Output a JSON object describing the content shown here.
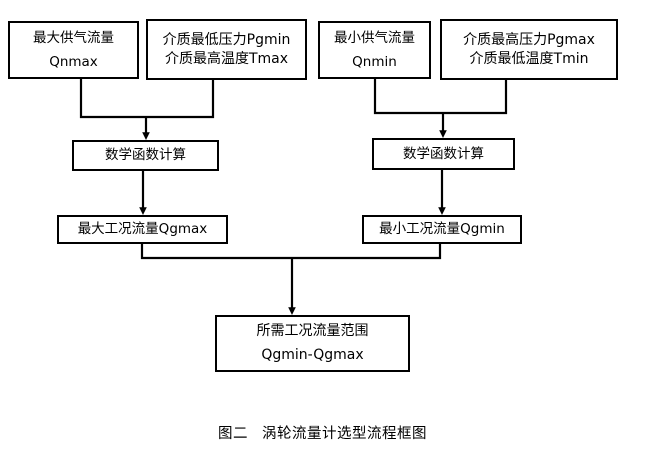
{
  "diagram": {
    "caption_label": "图二",
    "caption_text": "涡轮流量计选型流程框图",
    "stroke_color": "#000000",
    "background_color": "#ffffff",
    "nodes": {
      "qnmax": {
        "line1": "最大供气流量",
        "line2": "Qnmax"
      },
      "pgmin": {
        "line1": "介质最低压力Pgmin",
        "line2": "介质最高温度Tmax"
      },
      "qnmin": {
        "line1": "最小供气流量",
        "line2": "Qnmin"
      },
      "pgmax": {
        "line1": "介质最高压力Pgmax",
        "line2": "介质最低温度Tmin"
      },
      "calc_left": {
        "line1": "数学函数计算"
      },
      "calc_right": {
        "line1": "数学函数计算"
      },
      "qgmax": {
        "line1": "最大工况流量Qgmax"
      },
      "qgmin": {
        "line1": "最小工况流量Qgmin"
      },
      "range": {
        "line1": "所需工况流量范围",
        "line2": "Qgmin-Qgmax"
      }
    }
  }
}
